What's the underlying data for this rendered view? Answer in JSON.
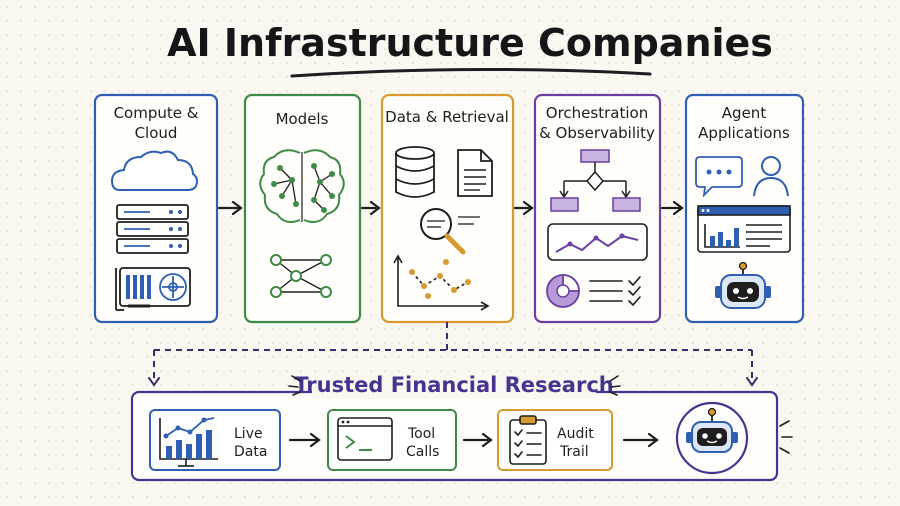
{
  "title": "AI Infrastructure Companies",
  "colors": {
    "blue": "#2f5fb3",
    "green": "#3e8b48",
    "orange": "#d69a2e",
    "purple": "#6a3fa0",
    "ink": "#1e1e1e"
  },
  "stages": [
    {
      "id": "compute",
      "title_lines": [
        "Compute &",
        "Cloud"
      ],
      "icons": [
        "cloud-icon",
        "server-rack-icon",
        "gpu-card-icon"
      ]
    },
    {
      "id": "models",
      "title_lines": [
        "Models"
      ],
      "icons": [
        "brain-network-icon",
        "neural-network-icon"
      ]
    },
    {
      "id": "data",
      "title_lines": [
        "Data & Retrieval"
      ],
      "icons": [
        "database-icon",
        "document-icon",
        "magnifier-icon",
        "scatter-chart-icon"
      ]
    },
    {
      "id": "orchestration",
      "title_lines": [
        "Orchestration",
        "& Observability"
      ],
      "icons": [
        "flowchart-icon",
        "line-chart-icon",
        "pie-chart-icon",
        "checklist-icon"
      ]
    },
    {
      "id": "agents",
      "title_lines": [
        "Agent",
        "Applications"
      ],
      "icons": [
        "chat-bubble-icon",
        "user-icon",
        "dashboard-window-icon",
        "robot-icon"
      ]
    }
  ],
  "bottom": {
    "title": "Trusted Financial Research",
    "steps": [
      {
        "id": "live-data",
        "label_lines": [
          "Live",
          "Data"
        ],
        "icon": "bar-chart-icon"
      },
      {
        "id": "tool-calls",
        "label_lines": [
          "Tool",
          "Calls"
        ],
        "icon": "terminal-icon"
      },
      {
        "id": "audit-trail",
        "label_lines": [
          "Audit",
          "Trail"
        ],
        "icon": "clipboard-checklist-icon"
      }
    ],
    "end_icon": "robot-icon"
  }
}
